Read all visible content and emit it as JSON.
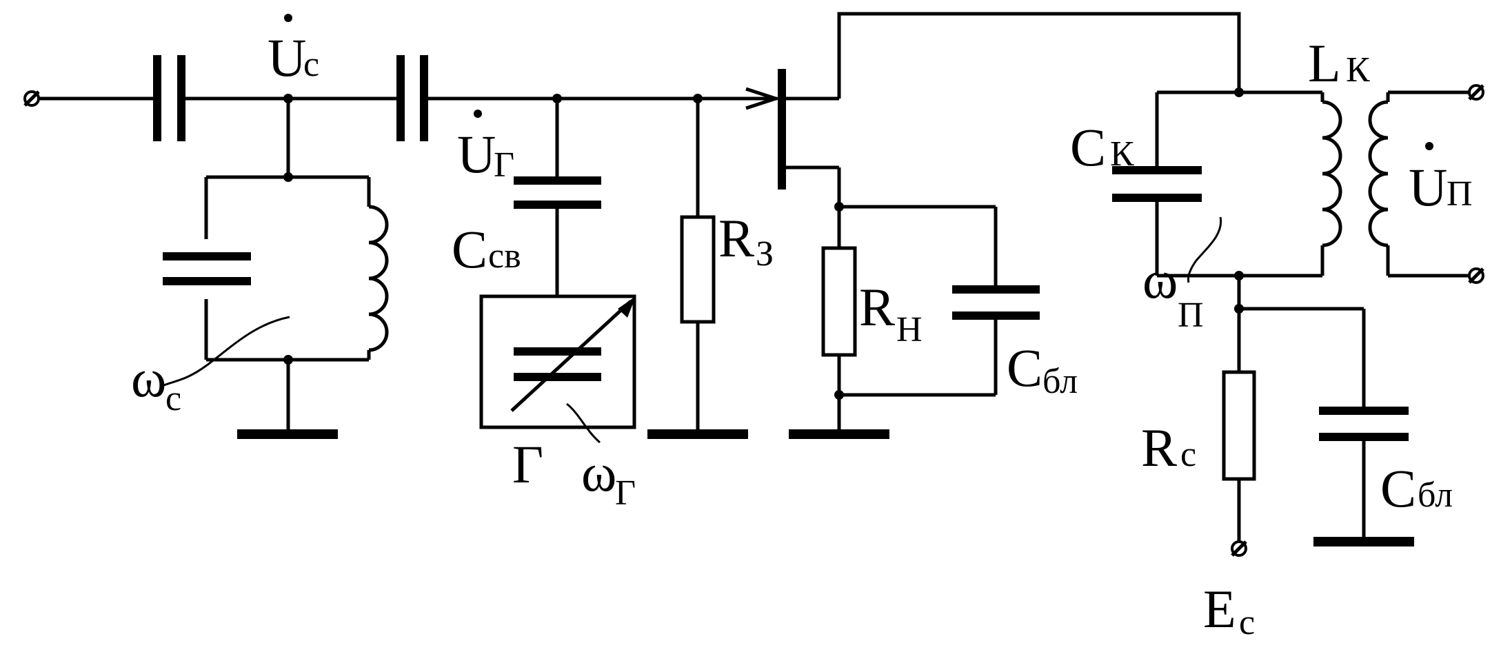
{
  "labels": {
    "uc_main": "U",
    "uc_sub": "с",
    "ug_main": "U",
    "ug_sub": "Г",
    "ccv_main": "C",
    "ccv_sub": "св",
    "r3_main": "R",
    "r3_sub": "З",
    "gen_label": "Г",
    "omega_g_main": "ω",
    "omega_g_sub": "Г",
    "omega_c_main": "ω",
    "omega_c_sub": "с",
    "rn_main": "R",
    "rn_sub": "Н",
    "cbl1_main": "C",
    "cbl1_sub": "бл",
    "ck_main": "C",
    "ck_sub": "К",
    "lk_main": "L",
    "lk_sub": "К",
    "up_main": "U",
    "up_sub": "П",
    "omega_p_main": "ω",
    "omega_p_sub": "П",
    "rc_main": "R",
    "rc_sub": "с",
    "cbl2_main": "C",
    "cbl2_sub": "бл",
    "ec_main": "E",
    "ec_sub": "с"
  }
}
